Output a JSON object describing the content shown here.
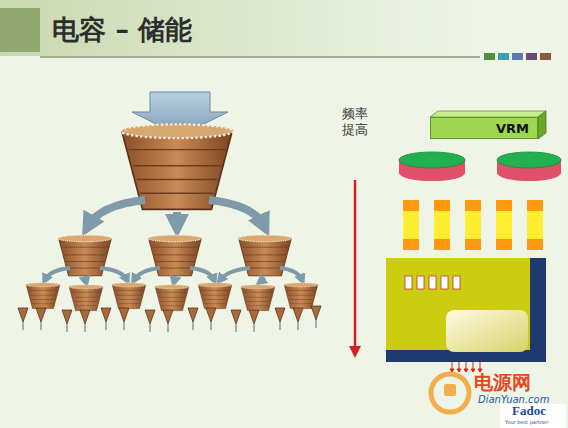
{
  "diagram": {
    "title": "电容 – 储能",
    "nodes": [
      {
        "text": [
          "VRM"
        ]
      }
    ],
    "labels": [
      "频率 提高",
      "电源网",
      "DianYuan.com",
      "Fadoc",
      "Your best partner"
    ]
  }
}
